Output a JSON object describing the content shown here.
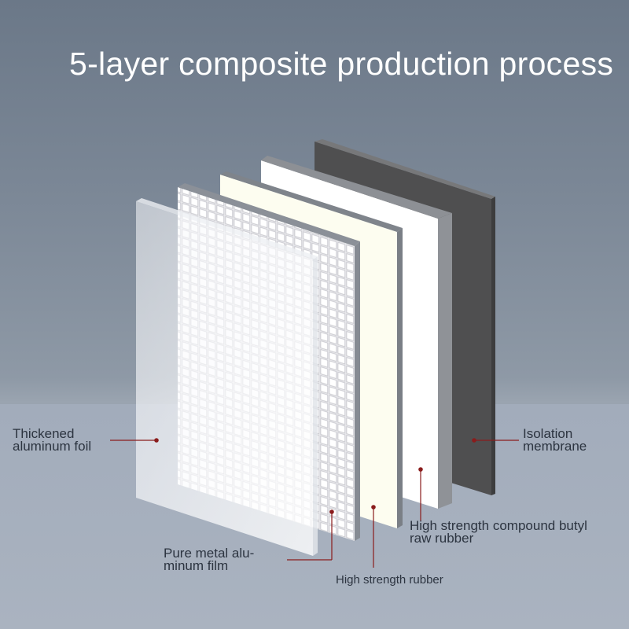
{
  "title": "5-layer composite production process",
  "labels": {
    "thickened_aluminum_foil": "Thickened\naluminum foil",
    "isolation_membrane": "Isolation\nmembrane",
    "pure_metal_aluminum_film": "Pure metal alu-\nminum film",
    "high_strength_compound_butyl": "High strength compound butyl\nraw rubber",
    "high_strength_rubber": "High strength rubber"
  },
  "colors": {
    "leader_line": "#8a1c1c",
    "isolation_layer": "#4f4f50",
    "butyl_layer": "#ffffff",
    "rubber_layer": "#fdfdf0",
    "film_layer": "#e9e9ec",
    "foil_layer": "#f4f6f9"
  }
}
